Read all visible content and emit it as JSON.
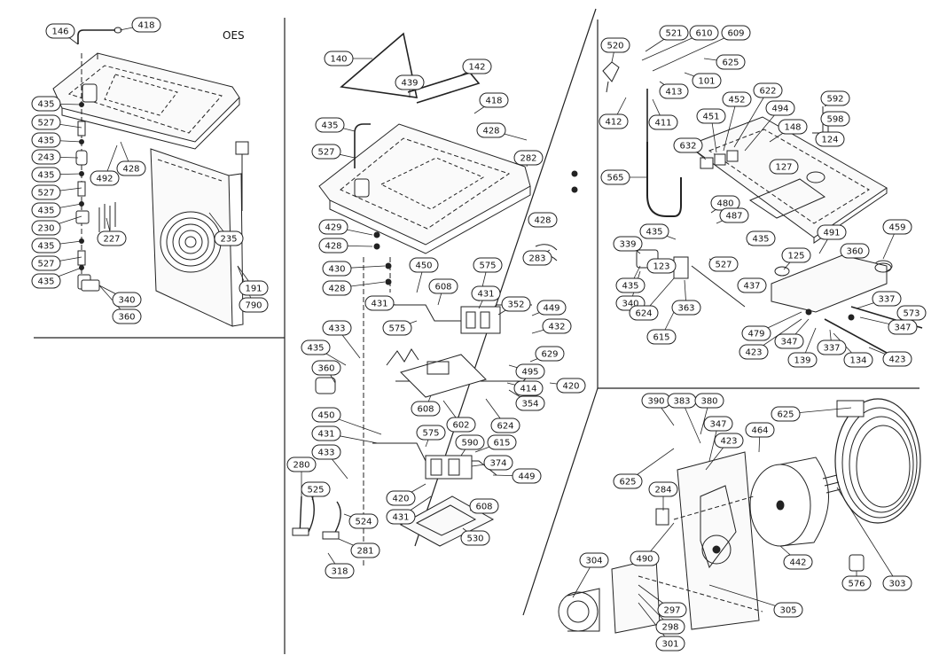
{
  "figure": {
    "variant_label": "OES",
    "panels": [
      {
        "id": "top-left",
        "callouts": [
          "146",
          "418",
          "435",
          "527",
          "435",
          "243",
          "435",
          "527",
          "435",
          "230",
          "435",
          "527",
          "435",
          "492",
          "428",
          "227",
          "235",
          "340",
          "360",
          "191",
          "790"
        ]
      },
      {
        "id": "center",
        "callouts": [
          "140",
          "142",
          "439",
          "418",
          "435",
          "527",
          "428",
          "282",
          "428",
          "429",
          "428",
          "430",
          "428",
          "283",
          "450",
          "575",
          "608",
          "431",
          "352",
          "449",
          "433",
          "431",
          "575",
          "432",
          "435",
          "360",
          "629",
          "495",
          "414",
          "420",
          "354",
          "608",
          "602",
          "624",
          "450",
          "431",
          "575",
          "590",
          "615",
          "433",
          "374",
          "280",
          "525",
          "449",
          "420",
          "431",
          "608",
          "524",
          "281",
          "318",
          "530"
        ]
      },
      {
        "id": "top-right",
        "callouts": [
          "520",
          "521",
          "610",
          "609",
          "625",
          "101",
          "413",
          "412",
          "411",
          "451",
          "452",
          "622",
          "494",
          "148",
          "592",
          "598",
          "124",
          "632",
          "127",
          "565",
          "480",
          "487",
          "459",
          "339",
          "435",
          "435",
          "491",
          "123",
          "360",
          "435",
          "527",
          "125",
          "340",
          "624",
          "363",
          "437",
          "615",
          "337",
          "573",
          "479",
          "347",
          "347",
          "423",
          "139",
          "337",
          "134",
          "423"
        ]
      },
      {
        "id": "bottom-right",
        "callouts": [
          "390",
          "383",
          "380",
          "625",
          "347",
          "423",
          "464",
          "625",
          "284",
          "490",
          "442",
          "576",
          "303",
          "304",
          "297",
          "298",
          "301",
          "305"
        ]
      }
    ]
  }
}
